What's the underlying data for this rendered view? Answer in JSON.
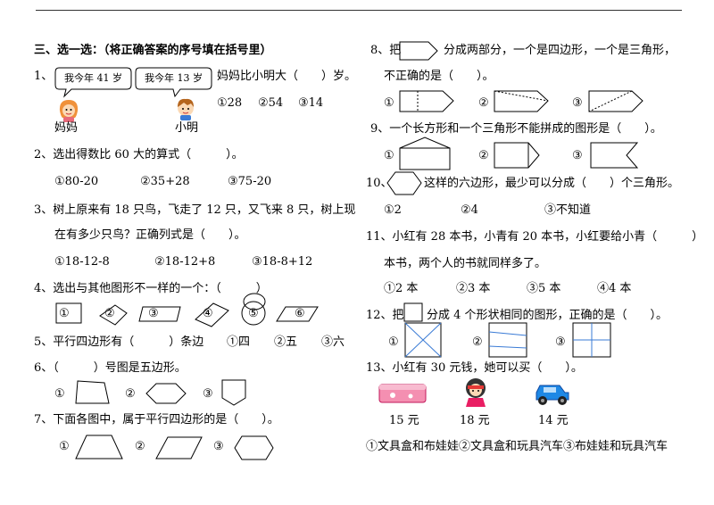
{
  "section_title": "三、选一选：（将正确答案的序号填在括号里）",
  "q1": {
    "num": "1、",
    "bubble_mom": "我今年 41 岁",
    "bubble_son": "我今年 13 岁",
    "question": "妈妈比小明大（　　）岁。",
    "label_mom": "妈妈",
    "label_son": "小明",
    "options": [
      "①28",
      "②54",
      "③14"
    ]
  },
  "q2": {
    "text": "2、选出得数比 60 大的算式（　　　）。",
    "options": [
      "①80-20",
      "②35+28",
      "③75-20"
    ]
  },
  "q3": {
    "line1": "3、树上原来有 18 只鸟，飞走了 12 只，又飞来 8 只，树上现",
    "line2": "在有多少只鸟？正确列式是（　　）。",
    "options": [
      "①18-12-8",
      "②18-12+8",
      "③18-8+12"
    ]
  },
  "q4": {
    "text": "4、选出与其他图形不一样的一个：（　　　）",
    "shapes": [
      "①",
      "②",
      "③",
      "④",
      "⑤",
      "⑥"
    ]
  },
  "q5": {
    "text": "5、平行四边形有（　　　）条边",
    "options": [
      "①四",
      "②五",
      "③六"
    ]
  },
  "q6": {
    "text": "6、（　　　）号图是五边形。",
    "marks": [
      "①",
      "②",
      "③"
    ]
  },
  "q7": {
    "text": "7、下面各图中，属于平行四边形的是（　　）。",
    "marks": [
      "①",
      "②",
      "③"
    ]
  },
  "q8": {
    "pre": "8、把",
    "post": "分成两部分，一个是四边形，一个是三角形，",
    "line2": "不正确的是（　　）。",
    "marks": [
      "①",
      "②",
      "③"
    ]
  },
  "q9": {
    "text": "9、一个长方形和一个三角形不能拼成的图形是（　　）。",
    "marks": [
      "①",
      "②",
      "③"
    ]
  },
  "q10": {
    "num": "10、",
    "text": "这样的六边形，最少可以分成（　　）个三角形。",
    "options": [
      "①2",
      "②4",
      "③不知道"
    ]
  },
  "q11": {
    "line1": "11、小红有 28 本书，小青有 20 本书，小红要给小青（　　　）",
    "line2": "本书，两个人的书就同样多了。",
    "options": [
      "①2 本",
      "②3 本",
      "③5 本",
      "④4 本"
    ]
  },
  "q12": {
    "pre": "12、把",
    "post": "分成 4 个形状相同的图形，正确的是（　　）。",
    "marks": [
      "①",
      "②",
      "③"
    ]
  },
  "q13": {
    "text": "13、小红有 30 元钱，她可以买（　　）。",
    "prices": [
      "15 元",
      "18 元",
      "14 元"
    ],
    "answer_line": "①文具盒和布娃娃②文具盒和玩具汽车③布娃娃和玩具汽车"
  }
}
